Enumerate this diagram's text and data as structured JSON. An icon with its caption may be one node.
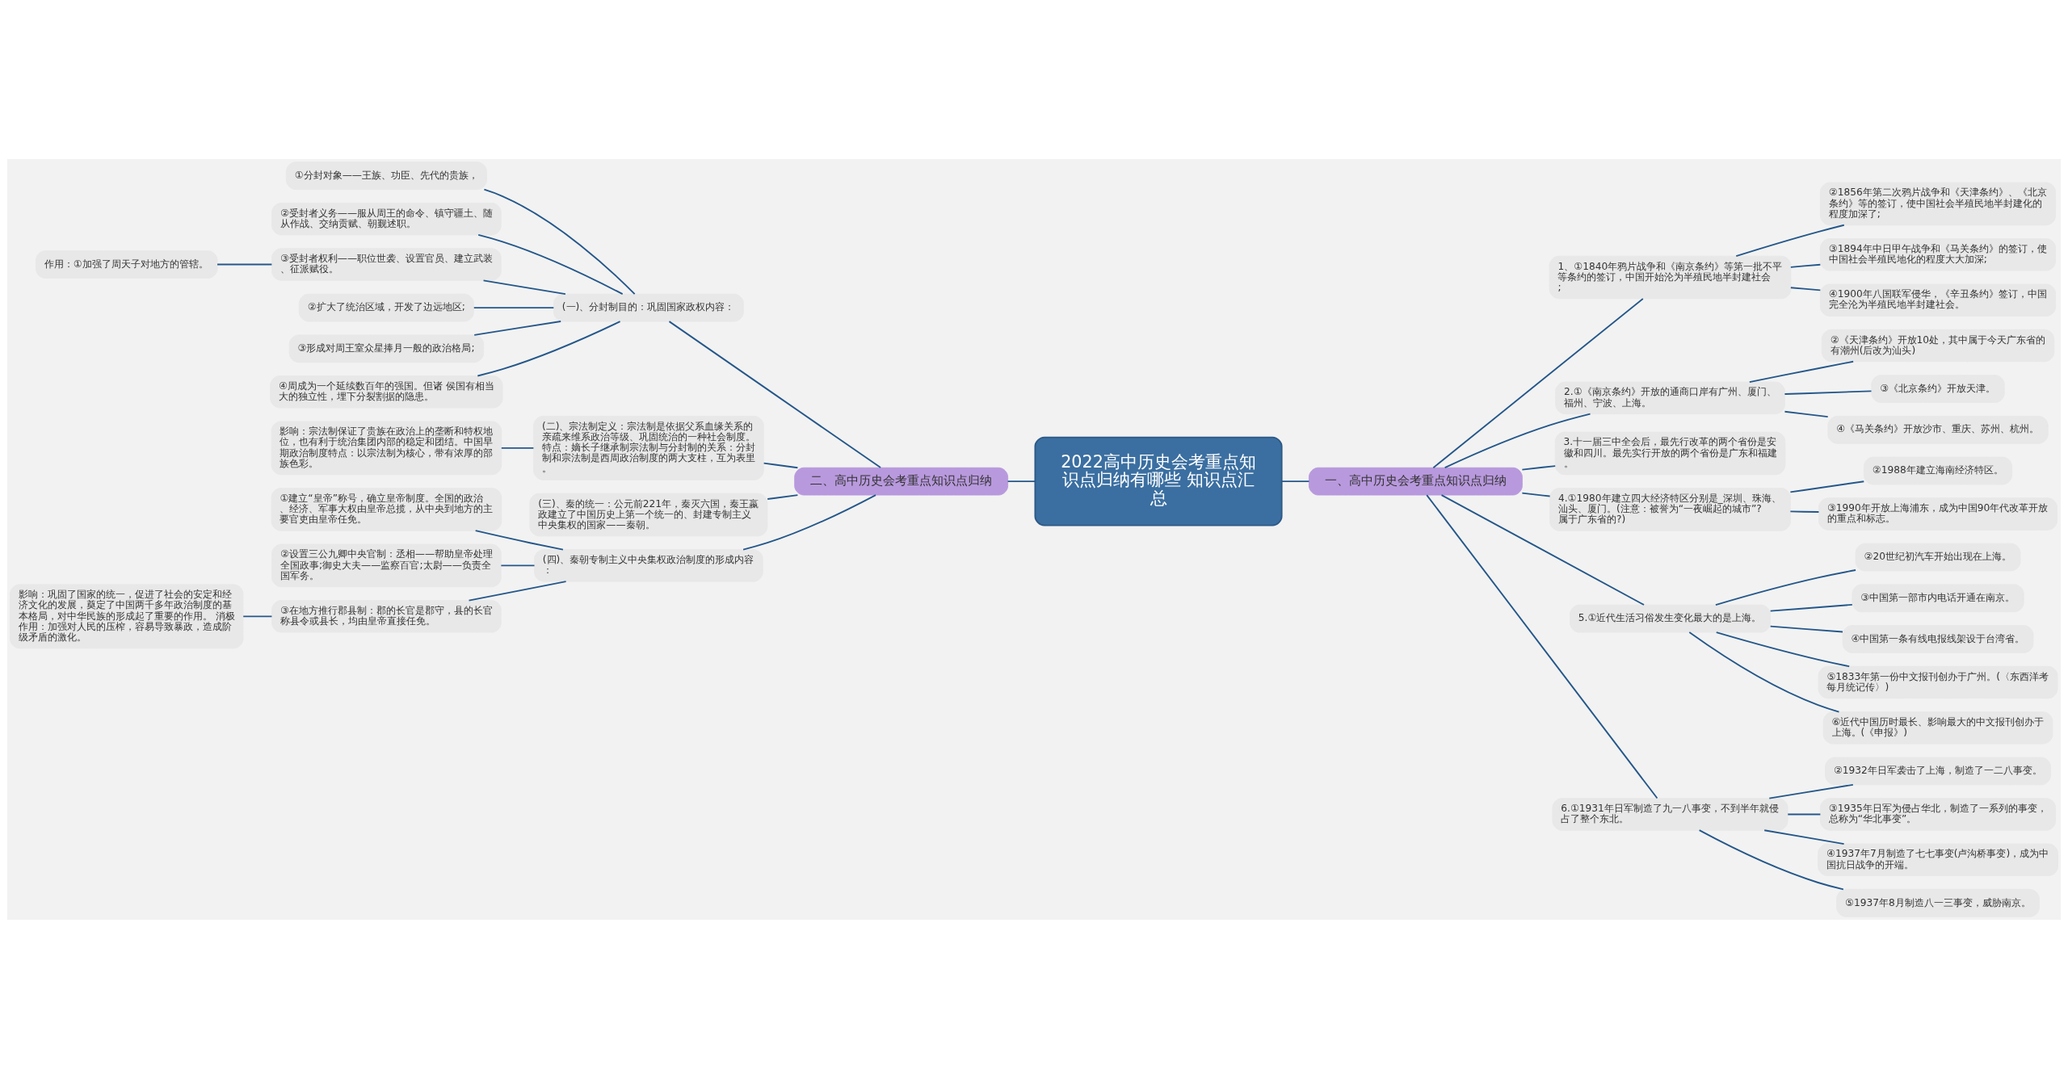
{
  "diagram": {
    "nodes": [
      {
        "text": [
          "2022高中历史会考重点知识点归纳有哪些 知识点汇总"
        ]
      },
      {
        "text": [
          "一、高中历史会考重点知识点归纳"
        ]
      },
      {
        "text": [
          "1、①1840年鸦片战争和《南京条约》等第一批不平等条约的签订，中国开始沦为半殖民地半封建社会;"
        ]
      },
      {
        "text": [
          "②1856年第二次鸦片战争和《天津条约》、《北京条约》等的签订，使中国社会半殖民地半封建化的程度加深了;"
        ]
      },
      {
        "text": [
          "③1894年中日甲午战争和《马关条约》的签订，使中国社会半殖民地化的程度大大加深;"
        ]
      },
      {
        "text": [
          "④1900年八国联军侵华，《辛丑条约》签订，中国完全沦为半殖民地半封建社会。"
        ]
      },
      {
        "text": [
          "2.①《南京条约》开放的通商口岸有广州、厦门、福州、宁波、上海。"
        ]
      },
      {
        "text": [
          "②《天津条约》开放10处，其中属于今天广东省的有潮州(后改为汕头)"
        ]
      },
      {
        "text": [
          "③《北京条约》开放天津。"
        ]
      },
      {
        "text": [
          "④《马关条约》开放沙市、重庆、苏州、杭州。"
        ]
      },
      {
        "text": [
          "3.十一届三中全会后，最先行改革的两个省份是安徽和四川。最先实行开放的两个省份是广东和福建。"
        ]
      },
      {
        "text": [
          "4.①1980年建立四大经济特区分别是_深圳、珠海、汕头、厦门。(注意：被誉为“一夜崛起的城市”?属于广东省的?)"
        ]
      },
      {
        "text": [
          "②1988年建立海南经济特区。"
        ]
      },
      {
        "text": [
          "③1990年开放上海浦东，成为中国90年代改革开放的重点和标志。"
        ]
      },
      {
        "text": [
          "5.①近代生活习俗发生变化最大的是上海。"
        ]
      },
      {
        "text": [
          "②20世纪初汽车开始出现在上海。"
        ]
      },
      {
        "text": [
          "③中国第一部市内电话开通在南京。"
        ]
      },
      {
        "text": [
          "④中国第一条有线电报线架设于台湾省。"
        ]
      },
      {
        "text": [
          "⑤1833年第一份中文报刊创办于广州。(〈东西洋考每月统记传〉)"
        ]
      },
      {
        "text": [
          "⑥近代中国历时最长、影响最大的中文报刊创办于上海。(《申报》)"
        ]
      },
      {
        "text": [
          "6.①1931年日军制造了九一八事变，不到半年就侵占了整个东北。"
        ]
      },
      {
        "text": [
          "②1932年日军袭击了上海，制造了一二八事变。"
        ]
      },
      {
        "text": [
          "③1935年日军为侵占华北，制造了一系列的事变，总称为“华北事变”。"
        ]
      },
      {
        "text": [
          "④1937年7月制造了七七事变(卢沟桥事变)，成为中国抗日战争的开端。"
        ]
      },
      {
        "text": [
          "⑤1937年8月制造八一三事变，威胁南京。"
        ]
      },
      {
        "text": [
          "二、高中历史会考重点知识点归纳"
        ]
      },
      {
        "text": [
          "(一)、分封制目的：巩固国家政权内容："
        ]
      },
      {
        "text": [
          "①分封对象——王族、功臣、先代的贵族，"
        ]
      },
      {
        "text": [
          "②受封者义务——服从周王的命令、镇守疆土、随从作战、交纳贡赋、朝觐述职。"
        ]
      },
      {
        "text": [
          "③受封者权利——职位世袭、设置官员、建立武装、征派赋役。"
        ]
      },
      {
        "text": [
          "作用：①加强了周天子对地方的管辖。"
        ]
      },
      {
        "text": [
          "②扩大了统治区域，开发了边远地区;"
        ]
      },
      {
        "text": [
          "③形成对周王室众星捧月一般的政治格局;"
        ]
      },
      {
        "text": [
          "④周成为一个延续数百年的强国。但诸 侯国有相当大的独立性，埋下分裂割据的隐患。"
        ]
      },
      {
        "text": [
          "(二)、宗法制定义：宗法制是依据父系血缘关系的亲疏来维系政治等级、巩固统治的一种社会制度。特点：嫡长子继承制宗法制与分封制的关系：分封制和宗法制是西周政治制度的两大支柱，互为表里。"
        ]
      },
      {
        "text": [
          "影响：宗法制保证了贵族在政治上的垄断和特权地位，也有利于统治集团内部的稳定和团结。中国早期政治制度特点：以宗法制为核心，带有浓厚的部族色彩。"
        ]
      },
      {
        "text": [
          "(三)、秦的统一：公元前221年，秦灭六国，秦王嬴政建立了中国历史上第一个统一的、封建专制主义中央集权的国家——秦朝。"
        ]
      },
      {
        "text": [
          "(四)、秦朝专制主义中央集权政治制度的形成内容："
        ]
      },
      {
        "text": [
          "①建立“皇帝”称号，确立皇帝制度。全国的政治、经济、军事大权由皇帝总揽，从中央到地方的主要官吏由皇帝任免。"
        ]
      },
      {
        "text": [
          "②设置三公九卿中央官制：丞相——帮助皇帝处理全国政事;御史大夫——监察百官;太尉——负责全国军务。"
        ]
      },
      {
        "text": [
          "③在地方推行郡县制：郡的长官是郡守，县的长官称县令或县长，均由皇帝直接任免。"
        ]
      },
      {
        "text": [
          "影响：巩固了国家的统一，促进了社会的安定和经济文化的发展，奠定了中国两千多年政治制度的基本格局，对中华民族的形成起了重要的作用。 消极作用：加强对人民的压榨，容易导致暴政，造成阶级矛盾的激化。"
        ]
      }
    ],
    "edges": [
      {
        "from": 0,
        "to": 1,
        "arrow": "none"
      },
      {
        "from": 1,
        "to": 2,
        "arrow": "none"
      },
      {
        "from": 2,
        "to": 3,
        "arrow": "none"
      },
      {
        "from": 2,
        "to": 4,
        "arrow": "none"
      },
      {
        "from": 2,
        "to": 5,
        "arrow": "none"
      },
      {
        "from": 1,
        "to": 6,
        "arrow": "none"
      },
      {
        "from": 6,
        "to": 7,
        "arrow": "none"
      },
      {
        "from": 6,
        "to": 8,
        "arrow": "none"
      },
      {
        "from": 6,
        "to": 9,
        "arrow": "none"
      },
      {
        "from": 1,
        "to": 10,
        "arrow": "none"
      },
      {
        "from": 1,
        "to": 11,
        "arrow": "none"
      },
      {
        "from": 11,
        "to": 12,
        "arrow": "none"
      },
      {
        "from": 11,
        "to": 13,
        "arrow": "none"
      },
      {
        "from": 1,
        "to": 14,
        "arrow": "none"
      },
      {
        "from": 14,
        "to": 15,
        "arrow": "none"
      },
      {
        "from": 14,
        "to": 16,
        "arrow": "none"
      },
      {
        "from": 14,
        "to": 17,
        "arrow": "none"
      },
      {
        "from": 14,
        "to": 18,
        "arrow": "none"
      },
      {
        "from": 14,
        "to": 19,
        "arrow": "none"
      },
      {
        "from": 1,
        "to": 20,
        "arrow": "none"
      },
      {
        "from": 20,
        "to": 21,
        "arrow": "none"
      },
      {
        "from": 20,
        "to": 22,
        "arrow": "none"
      },
      {
        "from": 20,
        "to": 23,
        "arrow": "none"
      },
      {
        "from": 20,
        "to": 24,
        "arrow": "none"
      },
      {
        "from": 0,
        "to": 25,
        "arrow": "none"
      },
      {
        "from": 25,
        "to": 26,
        "arrow": "none"
      },
      {
        "from": 26,
        "to": 27,
        "arrow": "none"
      },
      {
        "from": 26,
        "to": 28,
        "arrow": "none"
      },
      {
        "from": 26,
        "to": 29,
        "arrow": "none"
      },
      {
        "from": 29,
        "to": 30,
        "arrow": "none"
      },
      {
        "from": 26,
        "to": 31,
        "arrow": "none"
      },
      {
        "from": 26,
        "to": 32,
        "arrow": "none"
      },
      {
        "from": 26,
        "to": 33,
        "arrow": "none"
      },
      {
        "from": 25,
        "to": 34,
        "arrow": "none"
      },
      {
        "from": 34,
        "to": 35,
        "arrow": "none"
      },
      {
        "from": 25,
        "to": 36,
        "arrow": "none"
      },
      {
        "from": 25,
        "to": 37,
        "arrow": "none"
      },
      {
        "from": 37,
        "to": 38,
        "arrow": "none"
      },
      {
        "from": 37,
        "to": 39,
        "arrow": "none"
      },
      {
        "from": 37,
        "to": 40,
        "arrow": "none"
      },
      {
        "from": 40,
        "to": 41,
        "arrow": "none"
      }
    ]
  }
}
